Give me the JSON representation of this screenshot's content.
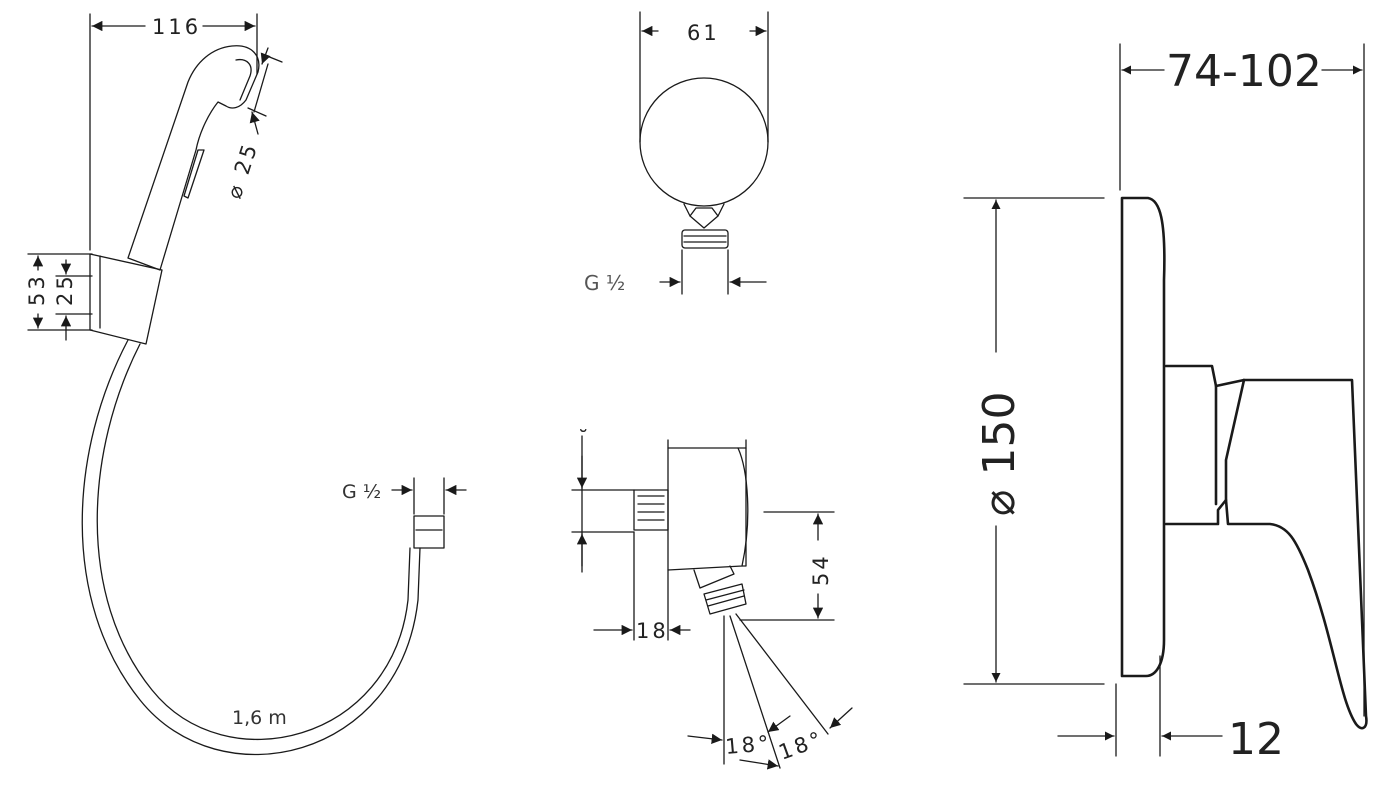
{
  "hand_shower": {
    "width": "116",
    "diameter": "⌀ 25",
    "holder_height": "53",
    "holder_inner": "25",
    "hose_length": "1,6 m",
    "thread": "G ½"
  },
  "wall_outlet_front": {
    "width": "61",
    "thread": "G ½"
  },
  "wall_outlet_side": {
    "height": "54",
    "depth": "18",
    "angle_left": "18°",
    "angle_right": "18°"
  },
  "mixer": {
    "projection": "74-102",
    "diameter": "⌀ 150",
    "offset": "12"
  }
}
